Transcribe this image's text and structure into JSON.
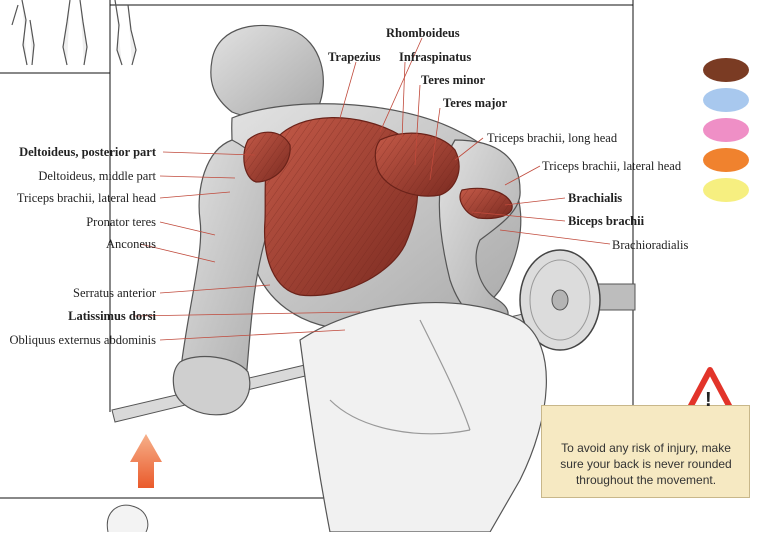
{
  "labels": {
    "rhomboideus": "Rhomboideus",
    "trapezius": "Trapezius",
    "infraspinatus": "Infraspinatus",
    "teres_minor": "Teres minor",
    "teres_major": "Teres major",
    "triceps_long": "Triceps brachii, long head",
    "triceps_lateral_right": "Triceps brachii, lateral head",
    "brachialis": "Brachialis",
    "biceps": "Biceps brachii",
    "brachioradialis": "Brachioradialis",
    "deltoid_posterior": "Deltoideus, posterior part",
    "deltoid_middle": "Deltoideus, middle part",
    "triceps_lateral_left": "Triceps brachii, lateral head",
    "pronator_teres": "Pronator teres",
    "anconeus": "Anconeus",
    "serratus": "Serratus anterior",
    "latissimus": "Latissimus dorsi",
    "obliquus": "Obliquus externus abdominis"
  },
  "legend_swatches": [
    {
      "color": "#7a3b23"
    },
    {
      "color": "#a8c8ee"
    },
    {
      "color": "#ef8fc6"
    },
    {
      "color": "#f0822e"
    },
    {
      "color": "#f6ef80"
    }
  ],
  "warning": {
    "symbol": "!",
    "text": "To avoid any risk of injury, make sure your back is never rounded throughout the movement."
  },
  "colors": {
    "muscle": "#b1483a",
    "muscle_dark": "#7d2b22",
    "skin": "#c9c9c9",
    "warning_red": "#e2342a",
    "arrow_top": "#f6b08a",
    "arrow_bottom": "#ea5a2b"
  }
}
